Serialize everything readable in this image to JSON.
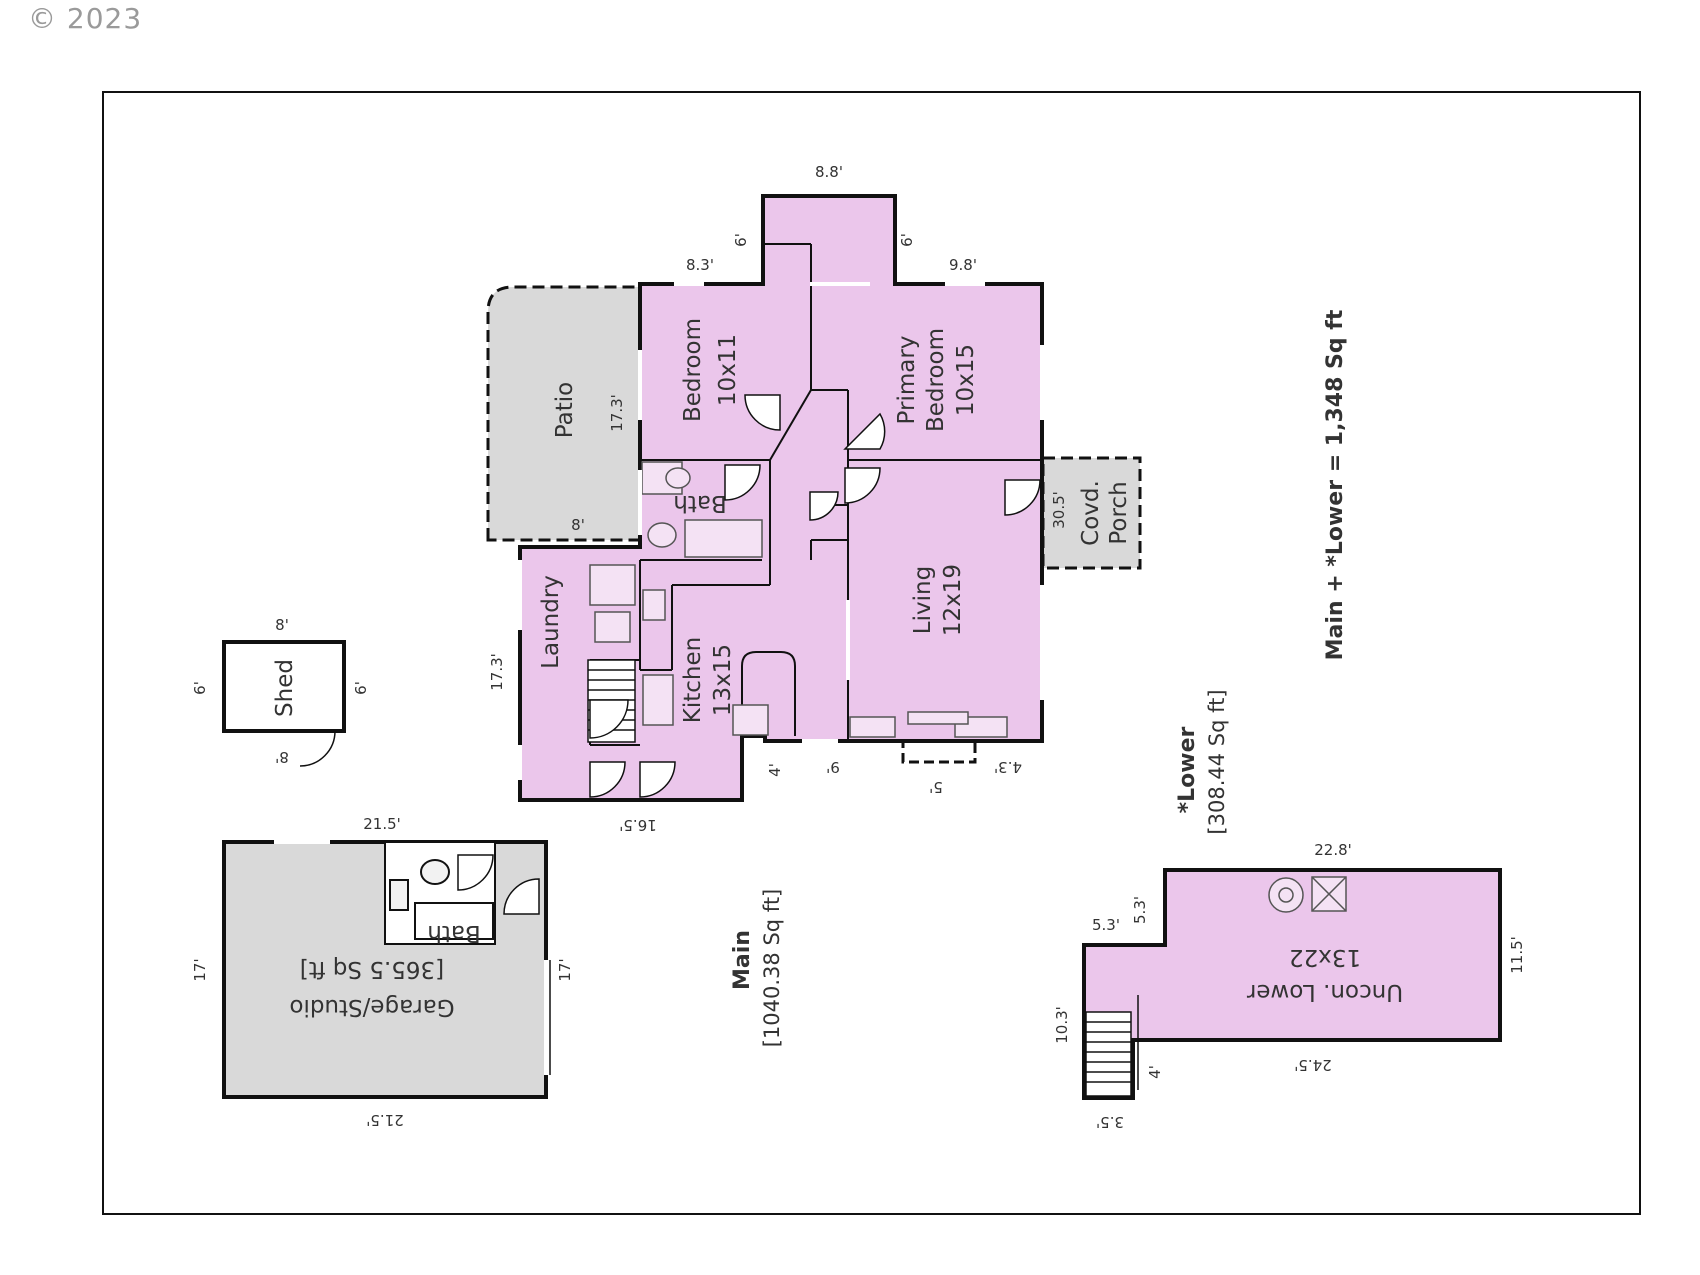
{
  "copyright": "© 2023",
  "colors": {
    "room_fill": "#ebc6eb",
    "gray_fill": "#d9d9d9",
    "wall": "#111111"
  },
  "rooms": {
    "bedroom": "Bedroom",
    "bedroom_size": "10x11",
    "primary_l1": "Primary",
    "primary_l2": "Bedroom",
    "primary_size": "10x15",
    "patio": "Patio",
    "bath": "Bath",
    "porch_l1": "Covd.",
    "porch_l2": "Porch",
    "laundry": "Laundry",
    "kitchen": "Kitchen",
    "kitchen_size": "13x15",
    "living": "Living",
    "living_size": "12x19",
    "shed": "Shed",
    "garage": "Garage/Studio",
    "garage_sqft": "[365.5 Sq ft]",
    "garage_bath": "Bath",
    "uncon": "Uncon. Lower",
    "uncon_size": "13x22"
  },
  "dims": {
    "top_88": "8.8'",
    "six_a": "6'",
    "six_b": "6'",
    "d_83": "8.3'",
    "d_98": "9.8'",
    "d_173a": "17.3'",
    "d_8": "8'",
    "d_305": "30.5'",
    "d_173b": "17.3'",
    "d_165": "16.5'",
    "d_4": "4'",
    "d_9": "9'",
    "d_5": "5'",
    "d_43": "4.3'",
    "shed_top": "8'",
    "shed_left": "6'",
    "shed_right": "6'",
    "shed_bottom": "8'",
    "gar_top": "21.5'",
    "gar_left": "17'",
    "gar_right": "17'",
    "gar_bottom": "21.5'",
    "low_228": "22.8'",
    "low_53a": "5.3'",
    "low_53b": "5.3'",
    "low_115": "11.5'",
    "low_103": "10.3'",
    "low_4": "4'",
    "low_245": "24.5'",
    "low_35": "3.5'"
  },
  "totals": {
    "main": "Main",
    "main_sqft": "[1040.38 Sq ft]",
    "lower": "*Lower",
    "lower_sqft": "[308.44 Sq ft]",
    "total": "Main + *Lower = 1,348 Sq ft"
  }
}
